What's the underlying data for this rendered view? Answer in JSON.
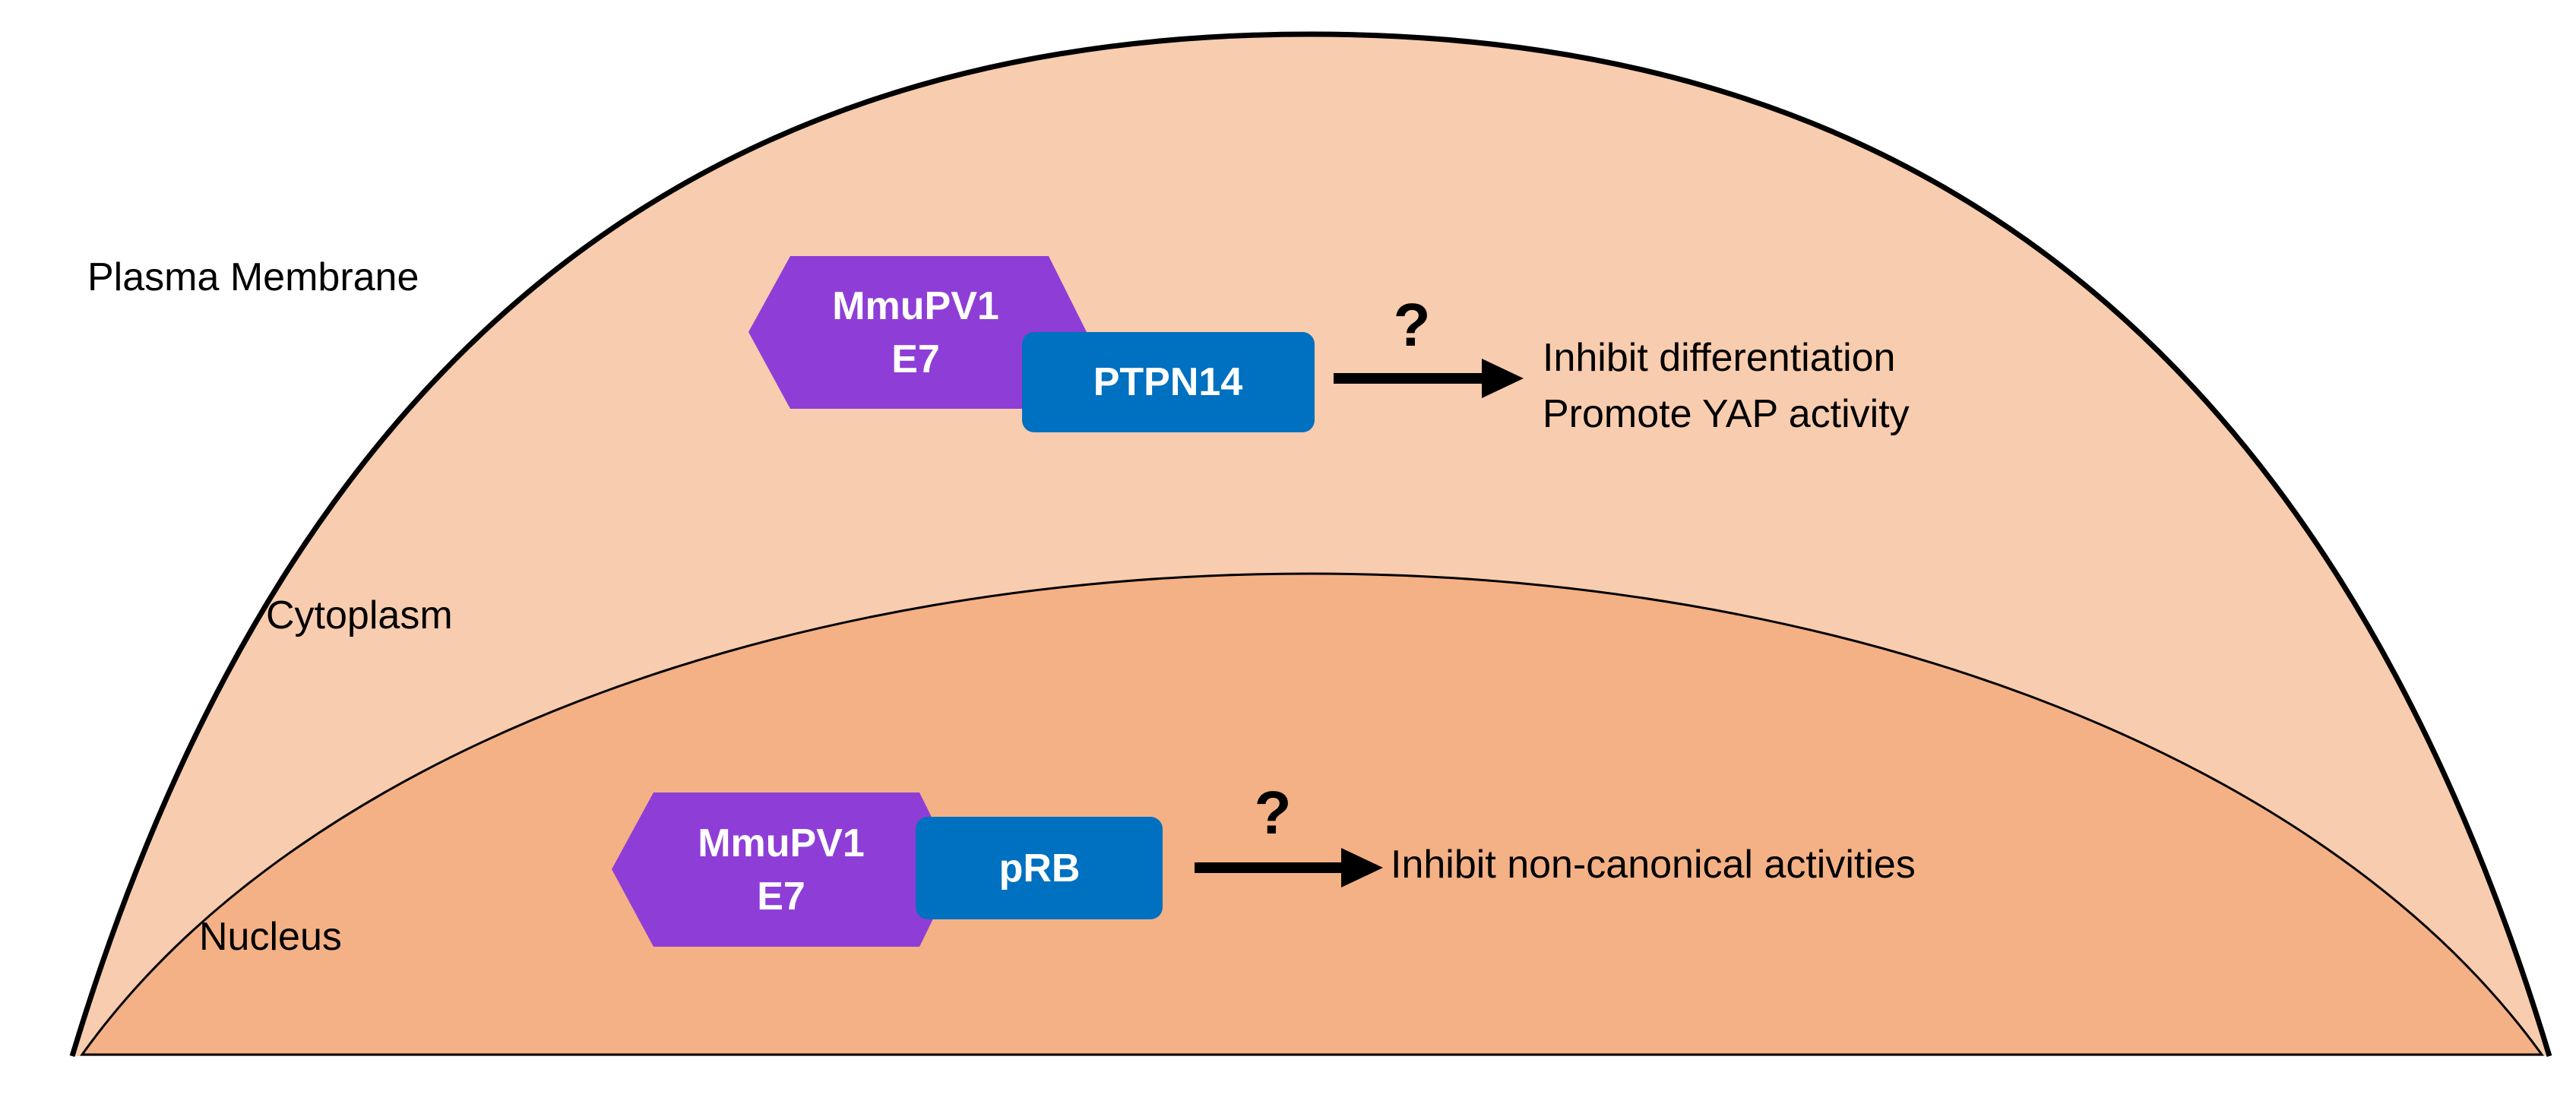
{
  "regions": {
    "plasma_membrane": "Plasma Membrane",
    "cytoplasm": "Cytoplasm",
    "nucleus": "Nucleus"
  },
  "cytoplasm_complex": {
    "e7_line1": "MmuPV1",
    "e7_line2": "E7",
    "partner": "PTPN14",
    "question": "?",
    "outcome_line1": "Inhibit differentiation",
    "outcome_line2": "Promote YAP activity"
  },
  "nucleus_complex": {
    "e7_line1": "MmuPV1",
    "e7_line2": "E7",
    "partner": "pRB",
    "question": "?",
    "outcome_line1": "Inhibit non-canonical activities"
  },
  "colors": {
    "cytoplasm_fill": "#f8ccae",
    "nucleus_fill": "#f4b185",
    "e7_purple": "#8e3ed6",
    "partner_blue": "#0070c0",
    "outline": "#000000"
  }
}
